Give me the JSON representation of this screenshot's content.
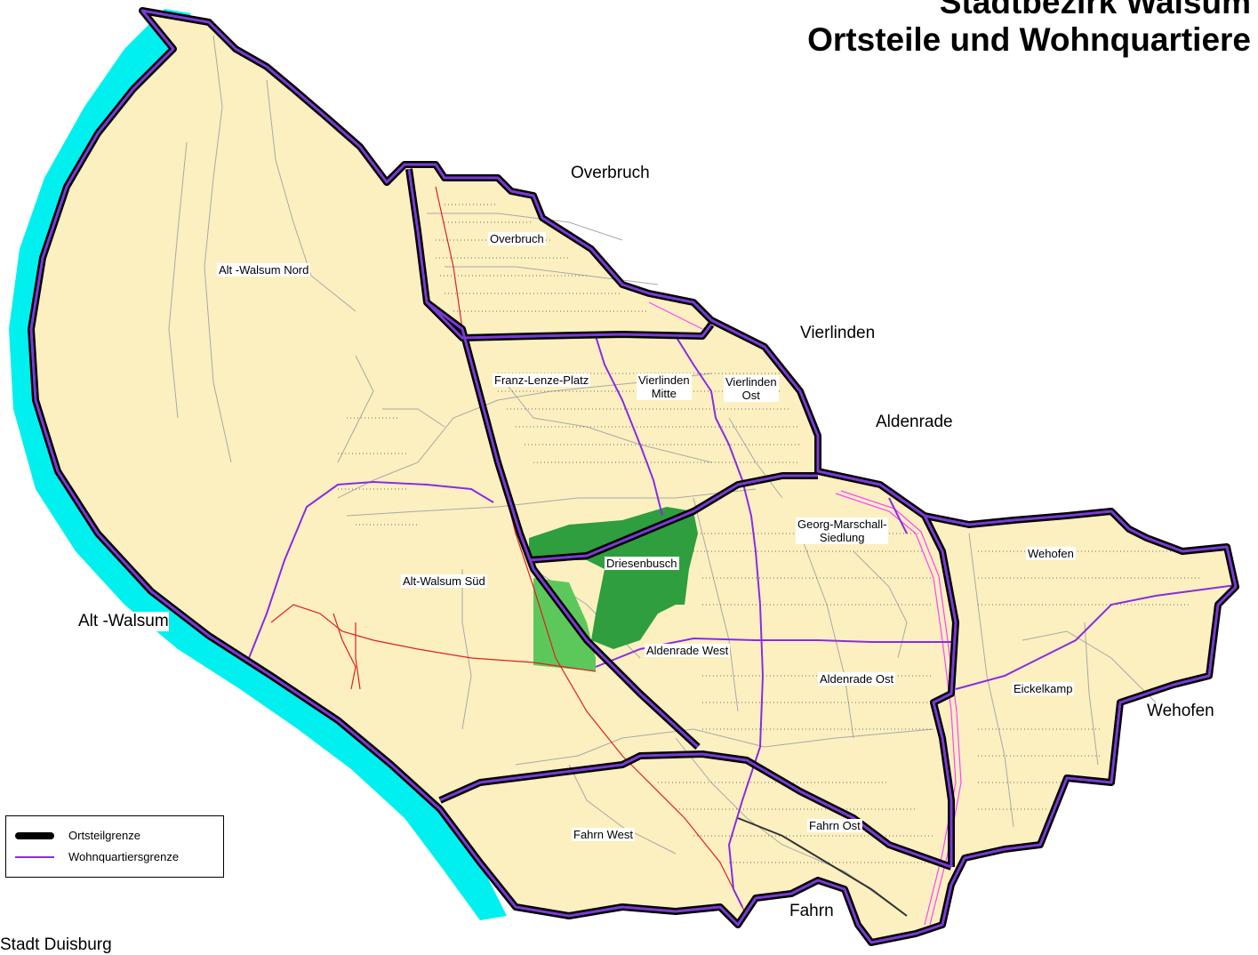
{
  "title": {
    "line1": "Stadtbezirk Walsum",
    "line2": "Ortsteile und Wohnquartiere"
  },
  "ortsteile": {
    "overbruch": "Overbruch",
    "vierlinden": "Vierlinden",
    "aldenrade": "Aldenrade",
    "alt_walsum": "Alt -Walsum",
    "wehofen": "Wehofen",
    "fahrn": "Fahrn"
  },
  "wohnquartiere": {
    "alt_walsum_nord": "Alt -Walsum Nord",
    "overbruch": "Overbruch",
    "franz_lenze_platz": "Franz-Lenze-Platz",
    "vierlinden_mitte": "Vierlinden\nMitte",
    "vierlinden_ost": "Vierlinden\nOst",
    "georg_marschall": "Georg-Marschall-\nSiedlung",
    "wehofen": "Wehofen",
    "driesenbusch": "Driesenbusch",
    "alt_walsum_sued": "Alt-Walsum Süd",
    "aldenrade_west": "Aldenrade West",
    "aldenrade_ost": "Aldenrade Ost",
    "eickelkamp": "Eickelkamp",
    "fahrn_west": "Fahrn West",
    "fahrn_ost": "Fahrn Ost"
  },
  "legend": {
    "ortsteilgrenze": "Ortsteilgrenze",
    "wohnquartiersgrenze": "Wohnquartiersgrenze"
  },
  "footer": "Stadt Duisburg",
  "colors": {
    "land": "#fcf0c0",
    "water": "#00f0f0",
    "forest": "#2e9e3e",
    "forest_light": "#5cc85c",
    "ortsteil_border": "#000000",
    "ortsteil_inner": "#7a3bd6",
    "quartier_border": "#8a2be2",
    "road_red": "#e02020",
    "road_magenta": "#ff40ff",
    "street": "#9a9a9a"
  }
}
